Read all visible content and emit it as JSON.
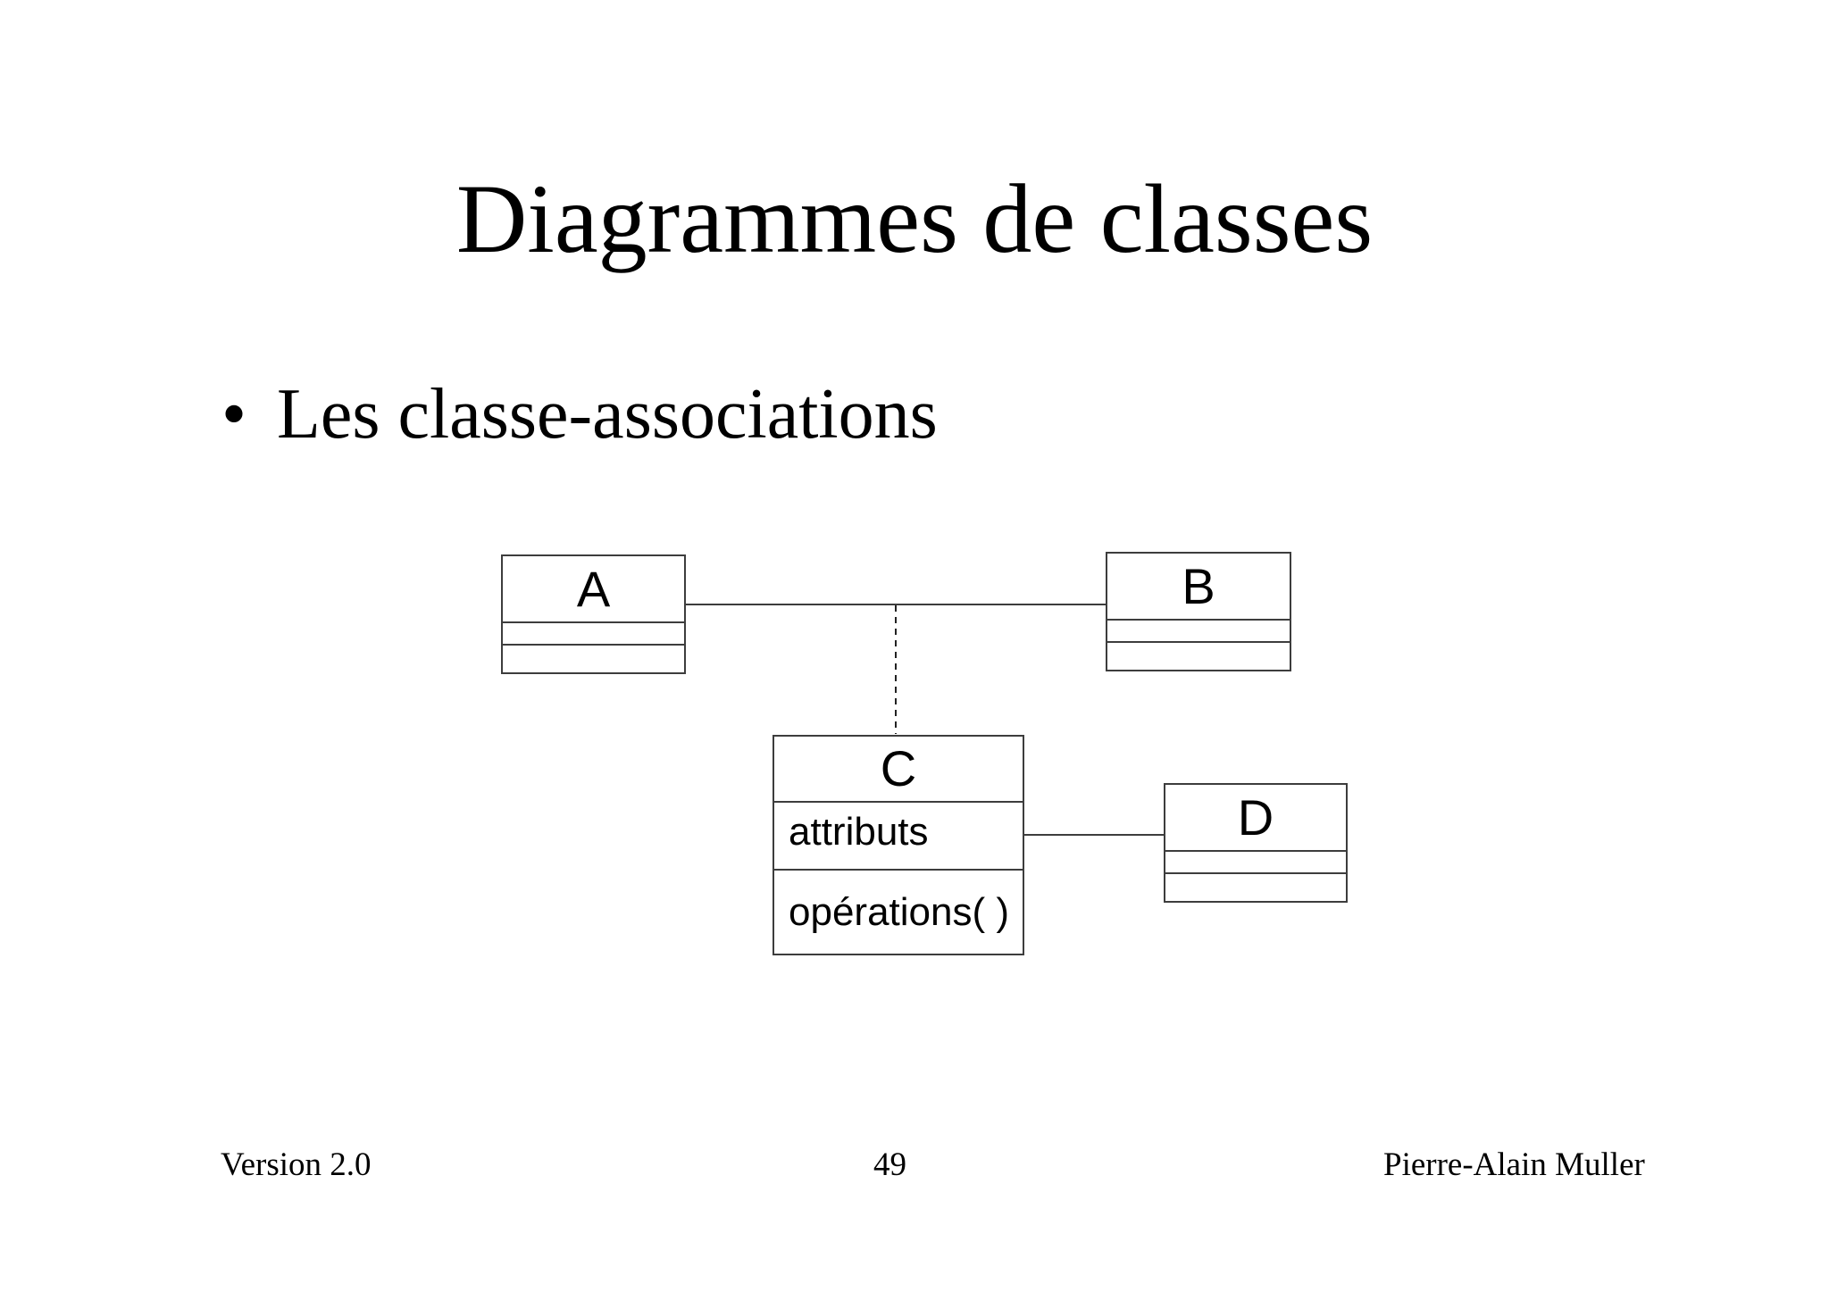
{
  "slide": {
    "title": "Diagrammes de classes",
    "bullet": {
      "marker": "•",
      "text": "Les classe-associations"
    },
    "footer": {
      "version": "Version 2.0",
      "page_number": "49",
      "author": "Pierre-Alain Muller"
    }
  },
  "diagram": {
    "classes": {
      "a": {
        "name": "A"
      },
      "b": {
        "name": "B"
      },
      "c": {
        "name": "C",
        "attributes_label": "attributs",
        "operations_label": "opérations( )"
      },
      "d": {
        "name": "D"
      }
    },
    "connectors": [
      {
        "id": "association-a-b",
        "style": "solid"
      },
      {
        "id": "class-association-dashed-link",
        "style": "dashed"
      },
      {
        "id": "association-c-d",
        "style": "solid"
      }
    ]
  },
  "colors": {
    "background": "#ffffff",
    "text": "#000000",
    "line": "#3d3d3d"
  }
}
